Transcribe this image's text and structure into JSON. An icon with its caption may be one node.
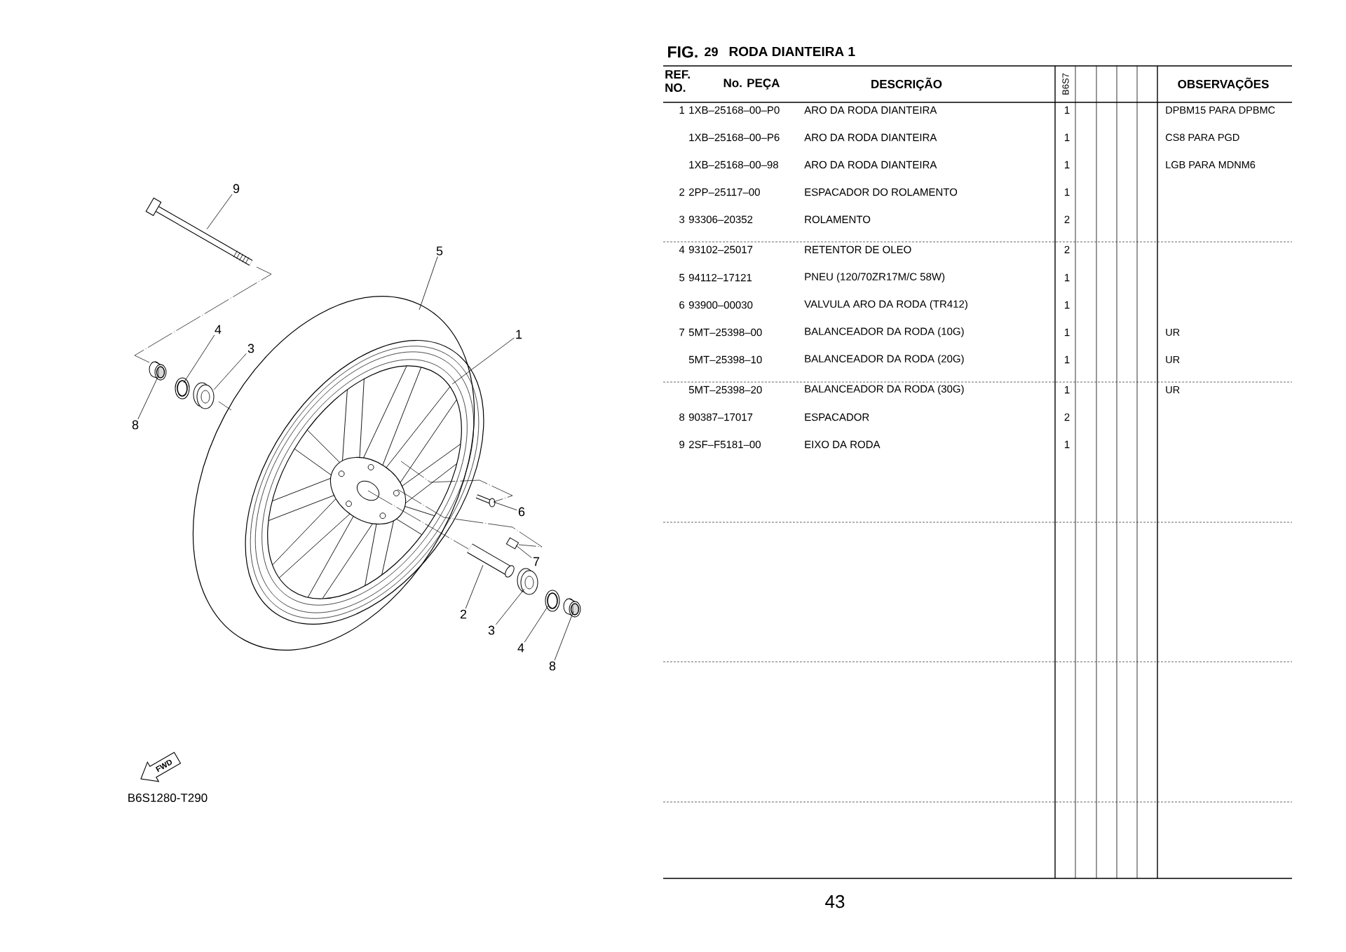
{
  "diagram": {
    "title": "RODA DIANTEIRA 1",
    "nodes": [
      {
        "text": [
          "9"
        ]
      },
      {
        "text": [],
        "shape": "picture"
      },
      {
        "text": [
          "5"
        ]
      },
      {
        "text": [],
        "shape": "picture"
      },
      {
        "text": [
          "4"
        ]
      },
      {
        "text": [],
        "shape": "picture"
      },
      {
        "text": [
          "1"
        ]
      },
      {
        "text": [],
        "shape": "picture",
        "in": 3
      },
      {
        "text": [
          "3"
        ]
      },
      {
        "text": [],
        "shape": "picture"
      },
      {
        "text": [
          "8"
        ]
      },
      {
        "text": [],
        "shape": "picture"
      },
      {
        "text": [
          "6"
        ]
      },
      {
        "text": [],
        "shape": "picture"
      },
      {
        "text": [
          "7"
        ]
      },
      {
        "text": [],
        "shape": "picture"
      },
      {
        "text": [
          "2"
        ]
      },
      {
        "text": [],
        "shape": "picture"
      },
      {
        "text": [
          "3"
        ]
      },
      {
        "text": [],
        "shape": "picture"
      },
      {
        "text": [
          "4"
        ]
      },
      {
        "text": [],
        "shape": "picture"
      },
      {
        "text": [
          "8"
        ]
      },
      {
        "text": [],
        "shape": "picture"
      }
    ],
    "edges": [
      {
        "from": 0,
        "to": 1,
        "arrow": "none"
      },
      {
        "from": 2,
        "to": 3,
        "arrow": "none"
      },
      {
        "from": 4,
        "to": 5,
        "arrow": "none"
      },
      {
        "from": 6,
        "to": 7,
        "arrow": "none"
      },
      {
        "from": 8,
        "to": 9,
        "arrow": "none"
      },
      {
        "from": 10,
        "to": 11,
        "arrow": "none"
      },
      {
        "from": 12,
        "to": 13,
        "arrow": "none"
      },
      {
        "from": 14,
        "to": 15,
        "arrow": "none"
      },
      {
        "from": 16,
        "to": 17,
        "arrow": "none"
      },
      {
        "from": 18,
        "to": 19,
        "arrow": "none"
      },
      {
        "from": 20,
        "to": 21,
        "arrow": "none"
      },
      {
        "from": 22,
        "to": 23,
        "arrow": "none"
      },
      {
        "from": 1,
        "to": 11,
        "arrow": "none",
        "style": "dashed"
      },
      {
        "from": 9,
        "to": 3,
        "arrow": "none",
        "style": "dashed"
      },
      {
        "from": 7,
        "to": 13,
        "arrow": "none",
        "style": "dashed"
      },
      {
        "from": 7,
        "to": 15,
        "arrow": "none",
        "style": "dashed"
      },
      {
        "from": 7,
        "to": 17,
        "arrow": "none",
        "style": "dashed"
      }
    ],
    "labels": [
      "FIG.",
      "29",
      "REF. NO.",
      "No. PEÇA",
      "DESCRIÇÃO",
      "B6S7",
      "OBSERVAÇÕES",
      "1",
      "1XB–25168–00–P0",
      "ARO DA RODA DIANTEIRA",
      "1",
      "DPBM15 PARA DPBMC",
      "1XB–25168–00–P6",
      "ARO DA RODA DIANTEIRA",
      "1",
      "CS8 PARA PGD",
      "1XB–25168–00–98",
      "ARO DA RODA DIANTEIRA",
      "1",
      "LGB PARA MDNM6",
      "2",
      "2PP–25117–00",
      "ESPACADOR DO ROLAMENTO",
      "1",
      "3",
      "93306–20352",
      "ROLAMENTO",
      "2",
      "4",
      "93102–25017",
      "RETENTOR DE OLEO",
      "2",
      "5",
      "94112–17121",
      "PNEU (120/70ZR17M/C 58W)",
      "1",
      "6",
      "93900–00030",
      "VALVULA ARO DA RODA (TR412)",
      "1",
      "7",
      "5MT–25398–00",
      "BALANCEADOR DA RODA (10G)",
      "1",
      "UR",
      "5MT–25398–10",
      "BALANCEADOR DA RODA (20G)",
      "1",
      "UR",
      "5MT–25398–20",
      "BALANCEADOR DA RODA (30G)",
      "1",
      "UR",
      "8",
      "90387–17017",
      "ESPACADOR",
      "2",
      "9",
      "2SF–F5181–00",
      "EIXO DA RODA",
      "1",
      "FWD",
      "B6S1280-T290",
      "43"
    ]
  }
}
